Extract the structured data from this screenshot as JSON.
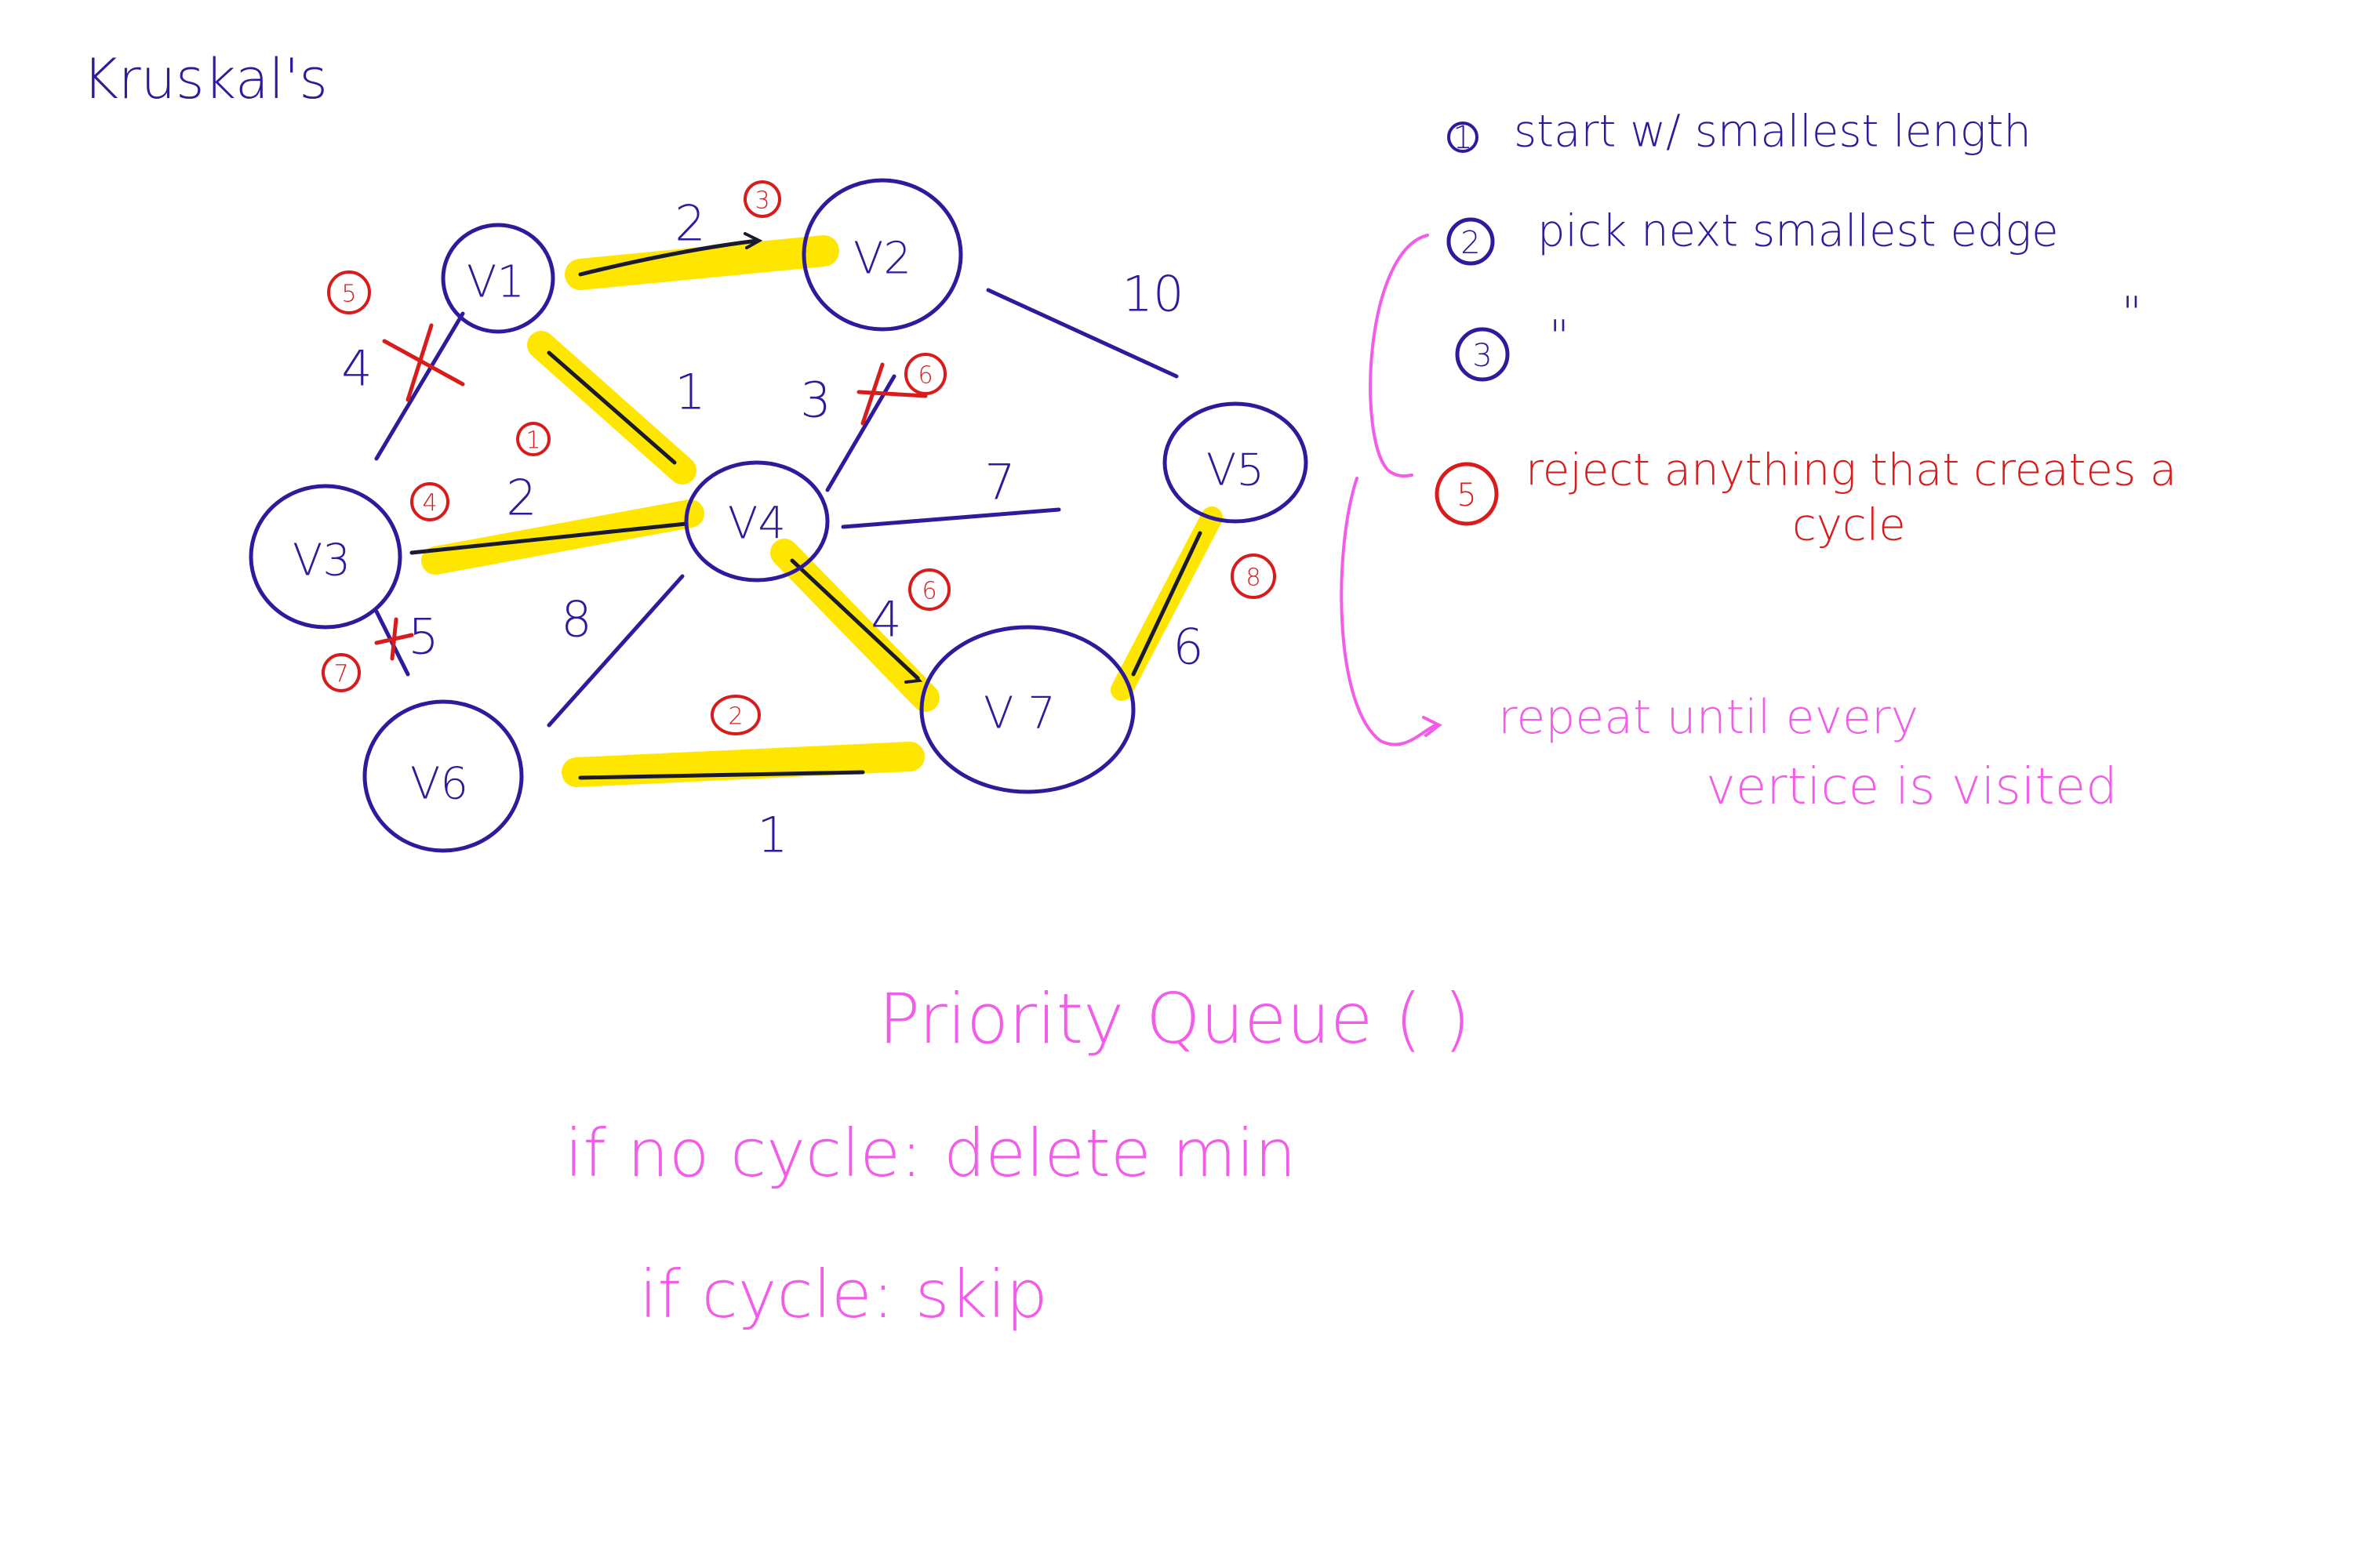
{
  "title": "Kruskal's",
  "colors": {
    "ink_blue": "#2e1b9c",
    "ink_red": "#d81b1b",
    "ink_pink": "#f25ce8",
    "highlight": "#ffe600"
  },
  "graph": {
    "nodes": {
      "v1": "V1",
      "v2": "V2",
      "v3": "V3",
      "v4": "V4",
      "v5": "V5",
      "v6": "V6",
      "v7": "V 7"
    },
    "edges": [
      {
        "from": "V1",
        "to": "V2",
        "weight": "2",
        "order": "3",
        "selected": true
      },
      {
        "from": "V1",
        "to": "V4",
        "weight": "1",
        "order": "1",
        "selected": true
      },
      {
        "from": "V1",
        "to": "V3",
        "weight": "4",
        "order": "5",
        "selected": false,
        "rejected": true
      },
      {
        "from": "V2",
        "to": "V4",
        "weight": "3",
        "order": "6",
        "selected": false,
        "rejected": true
      },
      {
        "from": "V2",
        "to": "V5",
        "weight": "10",
        "selected": false
      },
      {
        "from": "V3",
        "to": "V4",
        "weight": "2",
        "order": "4",
        "selected": true
      },
      {
        "from": "V3",
        "to": "V6",
        "weight": "5",
        "order": "7",
        "selected": false,
        "rejected": true
      },
      {
        "from": "V4",
        "to": "V5",
        "weight": "7",
        "selected": false
      },
      {
        "from": "V4",
        "to": "V6",
        "weight": "8",
        "selected": false
      },
      {
        "from": "V4",
        "to": "V7",
        "weight": "4",
        "order": "6",
        "selected": true
      },
      {
        "from": "V5",
        "to": "V7",
        "weight": "6",
        "order": "8",
        "selected": true
      },
      {
        "from": "V6",
        "to": "V7",
        "weight": "1",
        "order": "2",
        "selected": true
      }
    ]
  },
  "steps": [
    {
      "num": "1",
      "text": "start w/ smallest length"
    },
    {
      "num": "2",
      "text": "pick next smallest edge"
    },
    {
      "num": "3",
      "text": "\"",
      "text_end": "\""
    },
    {
      "num": "5",
      "text": "reject anything that creates a",
      "text2": "cycle"
    }
  ],
  "repeat_note": {
    "line1": "repeat until every",
    "line2": "vertice is visited"
  },
  "priority_queue": {
    "title": "Priority Queue ( )",
    "no_cycle": "if no cycle: delete min",
    "cycle": "if cycle: skip"
  }
}
